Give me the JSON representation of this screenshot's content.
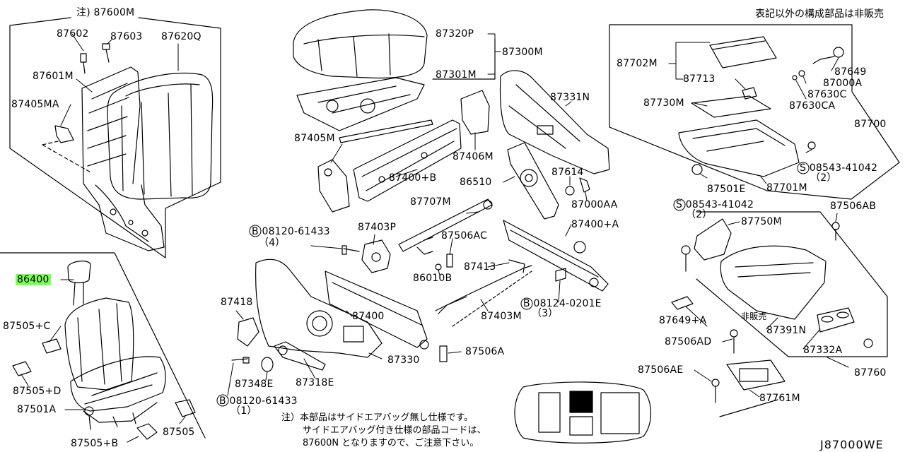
{
  "header": {
    "top_note": "表記以外の構成部品は非販売",
    "diagram_code": "J87000WE"
  },
  "callouts": {
    "p87600M": "注) 87600M",
    "p87602": "87602",
    "p87603": "87603",
    "p87620Q": "87620Q",
    "p87601M": "87601M",
    "p87405MA": "87405MA",
    "p86400": "86400",
    "p87505C": "87505+C",
    "p87505D": "87505+D",
    "p87501A": "87501A",
    "p87505B": "87505+B",
    "p87505": "87505",
    "p87320P": "87320P",
    "p87300M": "87300M",
    "p87301M": "87301M",
    "p87405M": "87405M",
    "p87400B": "87400+B",
    "p87406M": "87406M",
    "p87331N": "87331N",
    "p86510": "86510",
    "p87614": "87614",
    "p87000AA": "87000AA",
    "p87707M": "87707M",
    "pB0812061433a": "08120-61433",
    "pQty4": "（4）",
    "p87403P": "87403P",
    "p87506AC": "87506AC",
    "p86010B": "86010B",
    "p87413": "87413",
    "p87400A": "87400+A",
    "pB081240201E": "08124-0201E",
    "pQty3": "（3）",
    "p87418": "87418",
    "p87400": "87400",
    "p87403M": "87403M",
    "p87506A": "87506A",
    "p87330": "87330",
    "p87348E": "87348E",
    "p87318E": "87318E",
    "pB0812061433b": "08120-61433",
    "pQty1": "（1）",
    "p87702M": "87702M",
    "p87713": "87713",
    "p87730M": "87730M",
    "p87649": "87649",
    "p87000A": "87000A",
    "p87630C": "87630C",
    "p87630CA": "87630CA",
    "p87700": "87700",
    "pS0854341042a": "08543-41042",
    "pQty2a": "（2）",
    "p87501E": "87501E",
    "p87701M": "87701M",
    "pS0854341042b": "08543-41042",
    "pQty2b": "（2）",
    "p87506AB": "87506AB",
    "p87750M": "87750M",
    "p87649A": "87649+A",
    "p87391N": "87391N",
    "p87506AD": "87506AD",
    "p87332A": "87332A",
    "p87760": "87760",
    "p87506AE": "87506AE",
    "p87761M": "87761M",
    "hanbai": "非販売",
    "s_mark": "S",
    "b_mark": "B"
  },
  "footnote": {
    "line1": "注）本部品はサイドエアバッグ無し仕様です。",
    "line2": "サイドエアバッグ付き仕様の部品コードは、",
    "line3": "87600N となりますので、ご注意下さい。"
  },
  "highlight_color": "#7dff5a"
}
